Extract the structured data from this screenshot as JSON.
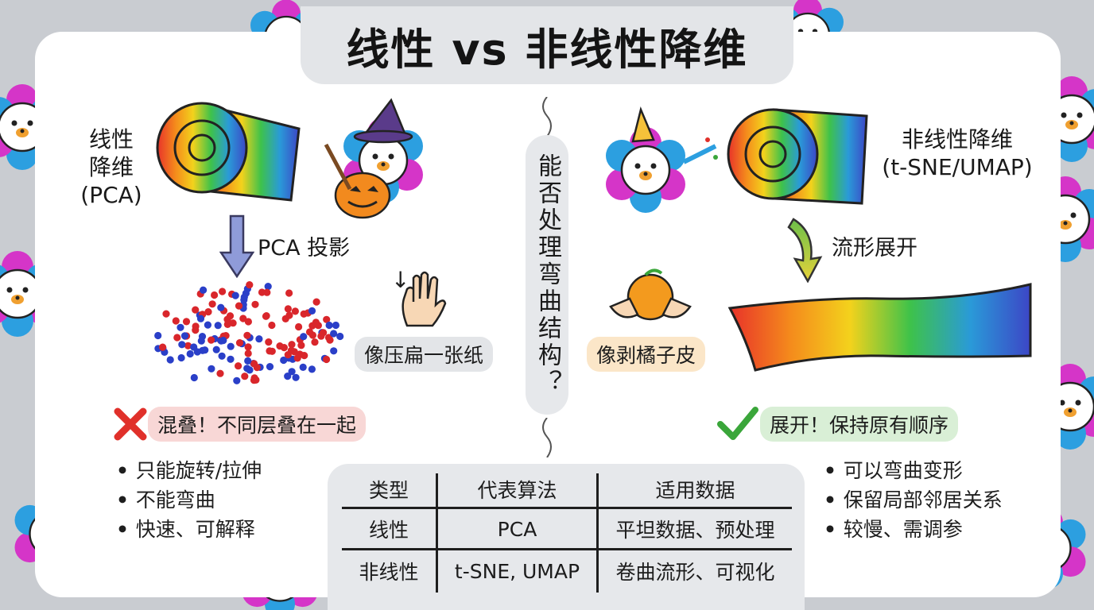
{
  "title": "线性 vs 非线性降维",
  "left": {
    "heading_line1": "线性",
    "heading_line2": "降维",
    "heading_line3": "(PCA)",
    "arrow_label": "PCA 投影",
    "analogy": "像压扁一张纸",
    "verdict": "混叠！不同层叠在一起",
    "bullets": [
      "只能旋转/拉伸",
      "不能弯曲",
      "快速、可解释"
    ]
  },
  "center": {
    "question": "能否处理弯曲结构？"
  },
  "right": {
    "heading_line1": "非线性降维",
    "heading_line2": "(t-SNE/UMAP)",
    "arrow_label": "流形展开",
    "analogy": "像剥橘子皮",
    "verdict": "展开！保持原有顺序",
    "bullets": [
      "可以弯曲变形",
      "保留局部邻居关系",
      "较慢、需调参"
    ]
  },
  "table": {
    "headers": [
      "类型",
      "代表算法",
      "适用数据"
    ],
    "rows": [
      [
        "线性",
        "PCA",
        "平坦数据、预处理"
      ],
      [
        "非线性",
        "t-SNE, UMAP",
        "卷曲流形、可视化"
      ]
    ]
  },
  "icons": {
    "left_verdict": "cross-mark-icon",
    "right_verdict": "check-mark-icon",
    "down_arrow": "down-arrow-icon",
    "hand": "hand-icon",
    "orange": "orange-peel-icon"
  },
  "colors": {
    "red_point": "#d9262b",
    "blue_point": "#2a3fc8",
    "cross": "#e0302a",
    "check": "#3aa63a",
    "verdict_left_bg": "#f8d7d6",
    "verdict_right_bg": "#d9efd6",
    "analogy_left_bg": "#e3e5e8",
    "analogy_right_bg": "#fbe6c8"
  }
}
